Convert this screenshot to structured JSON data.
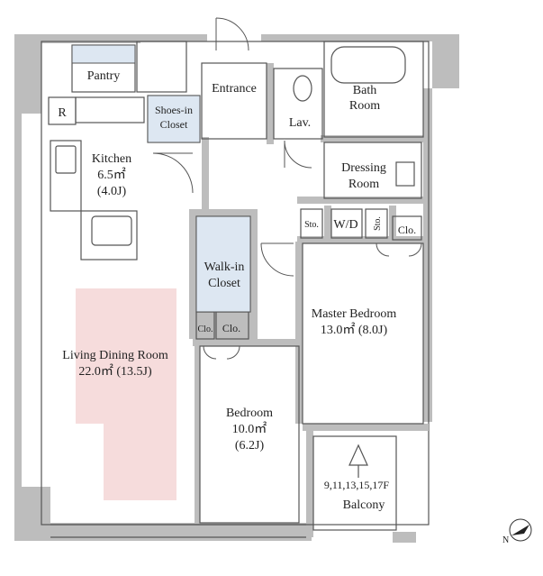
{
  "rooms": {
    "pantry": {
      "name": "Pantry"
    },
    "refrigerator": {
      "name": "R"
    },
    "shoes_in_closet": {
      "line1": "Shoes-in",
      "line2": "Closet"
    },
    "entrance": {
      "name": "Entrance"
    },
    "lavatory": {
      "name": "Lav."
    },
    "bath_room": {
      "line1": "Bath",
      "line2": "Room"
    },
    "kitchen": {
      "name": "Kitchen",
      "area_m2": "6.5㎡",
      "area_j": "(4.0J)"
    },
    "dressing_room": {
      "line1": "Dressing",
      "line2": "Room"
    },
    "storage_1": {
      "name": "Sto."
    },
    "washer_dryer": {
      "name": "W/D"
    },
    "storage_2": {
      "name": "Sto."
    },
    "closet_master": {
      "name": "Clo."
    },
    "walk_in_closet": {
      "line1": "Walk-in",
      "line2": "Closet"
    },
    "master_bedroom": {
      "name": "Master Bedroom",
      "area": "13.0㎡  (8.0J)"
    },
    "closet_small": {
      "name": "Clo."
    },
    "closet_bedroom": {
      "name": "Clo."
    },
    "living_dining_room": {
      "name": "Living Dining Room",
      "area": "22.0㎡  (13.5J)"
    },
    "bedroom": {
      "name": "Bedroom",
      "area_m2": "10.0㎡",
      "area_j": "(6.2J)"
    },
    "balcony": {
      "floors": "9,11,13,15,17F",
      "name": "Balcony"
    }
  },
  "compass": {
    "label": "N"
  },
  "colors": {
    "wall": "#bdbdbd",
    "wall_dark": "#a8a8a8",
    "closet_fill": "#dde7f2",
    "living_highlight": "#f6dcdc",
    "line": "#555555"
  }
}
